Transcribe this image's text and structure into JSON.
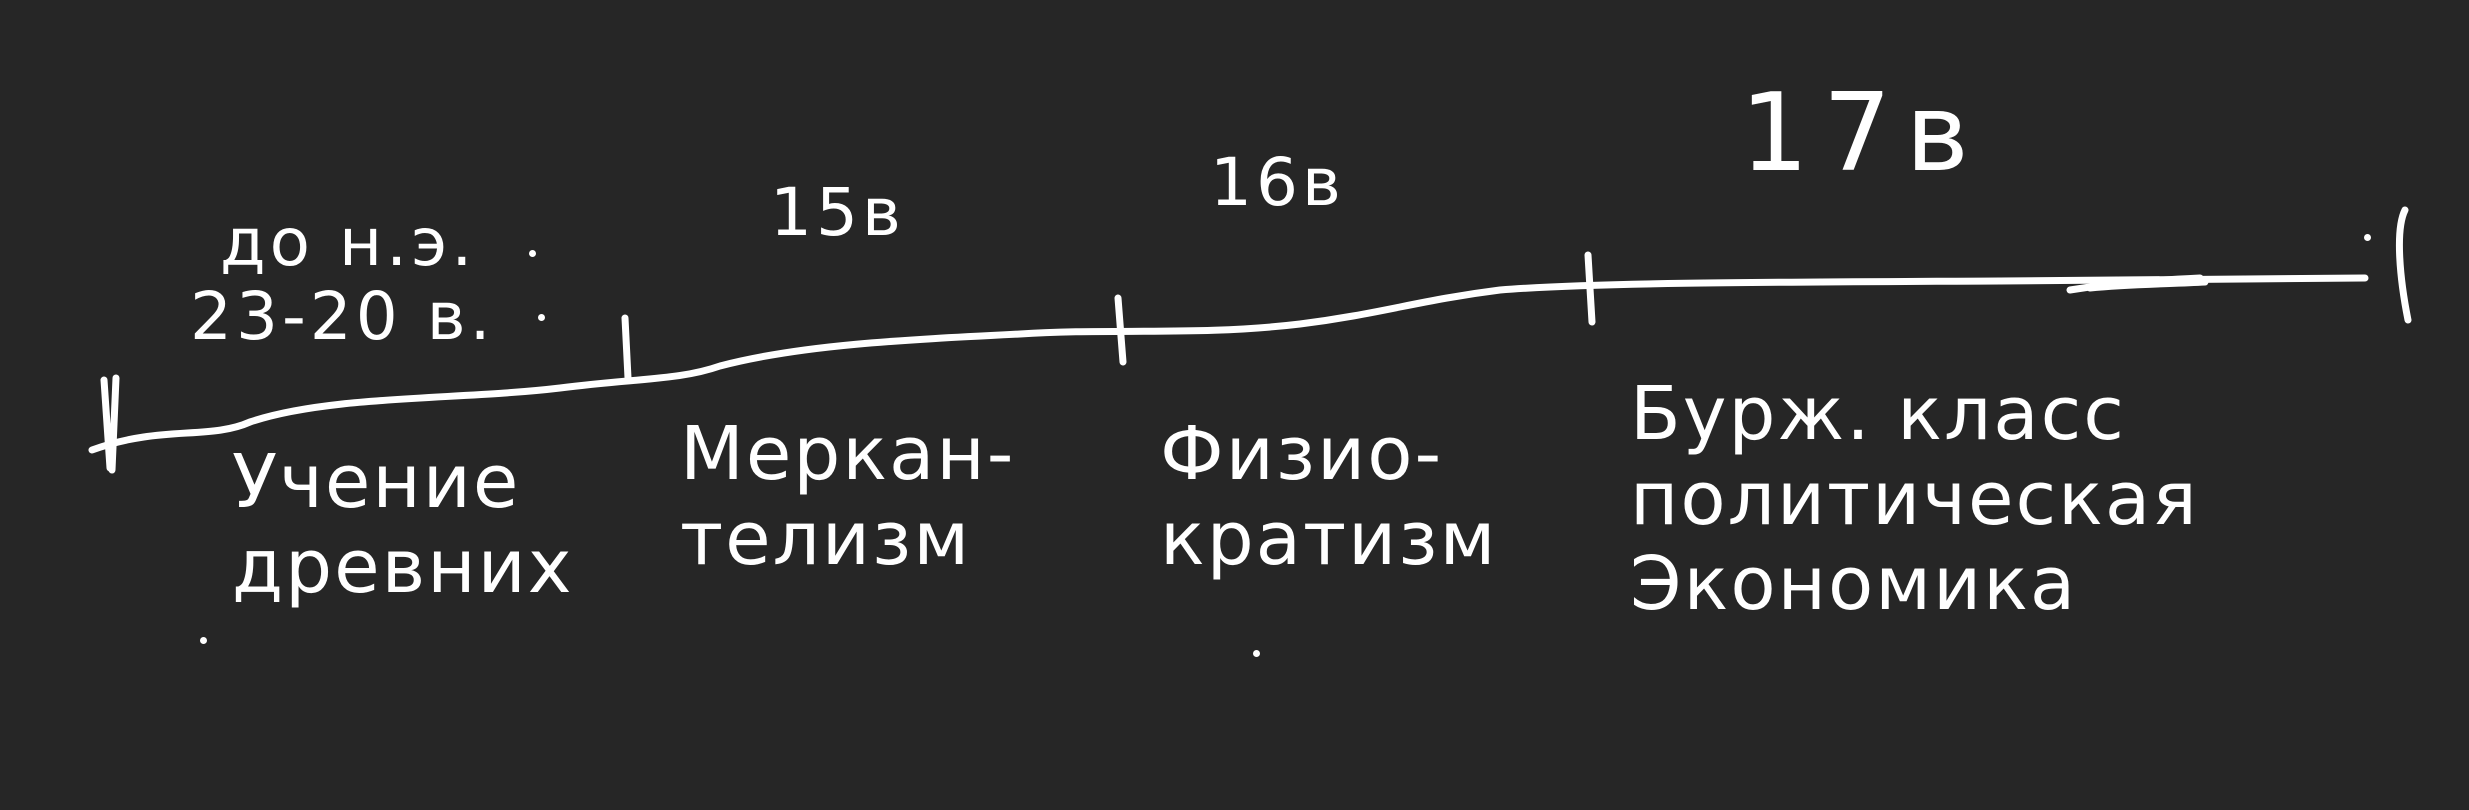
{
  "canvas": {
    "background": "#262626",
    "ink": "#ffffff"
  },
  "periods": {
    "ancient": {
      "line1": "до н.э.",
      "line2": "23-20 в."
    },
    "c15": "15в",
    "c16": "16в",
    "c17": "17в"
  },
  "schools": {
    "ancient": {
      "line1": "Учение",
      "line2": "древних"
    },
    "mercantilism": {
      "line1": "Меркан-",
      "line2": "телизм"
    },
    "physiocratism": {
      "line1": "Физио-",
      "line2": "кратизм"
    },
    "classical": {
      "line1": "Бурж. класс",
      "line2": "политическая",
      "line3": "Экономика"
    }
  }
}
